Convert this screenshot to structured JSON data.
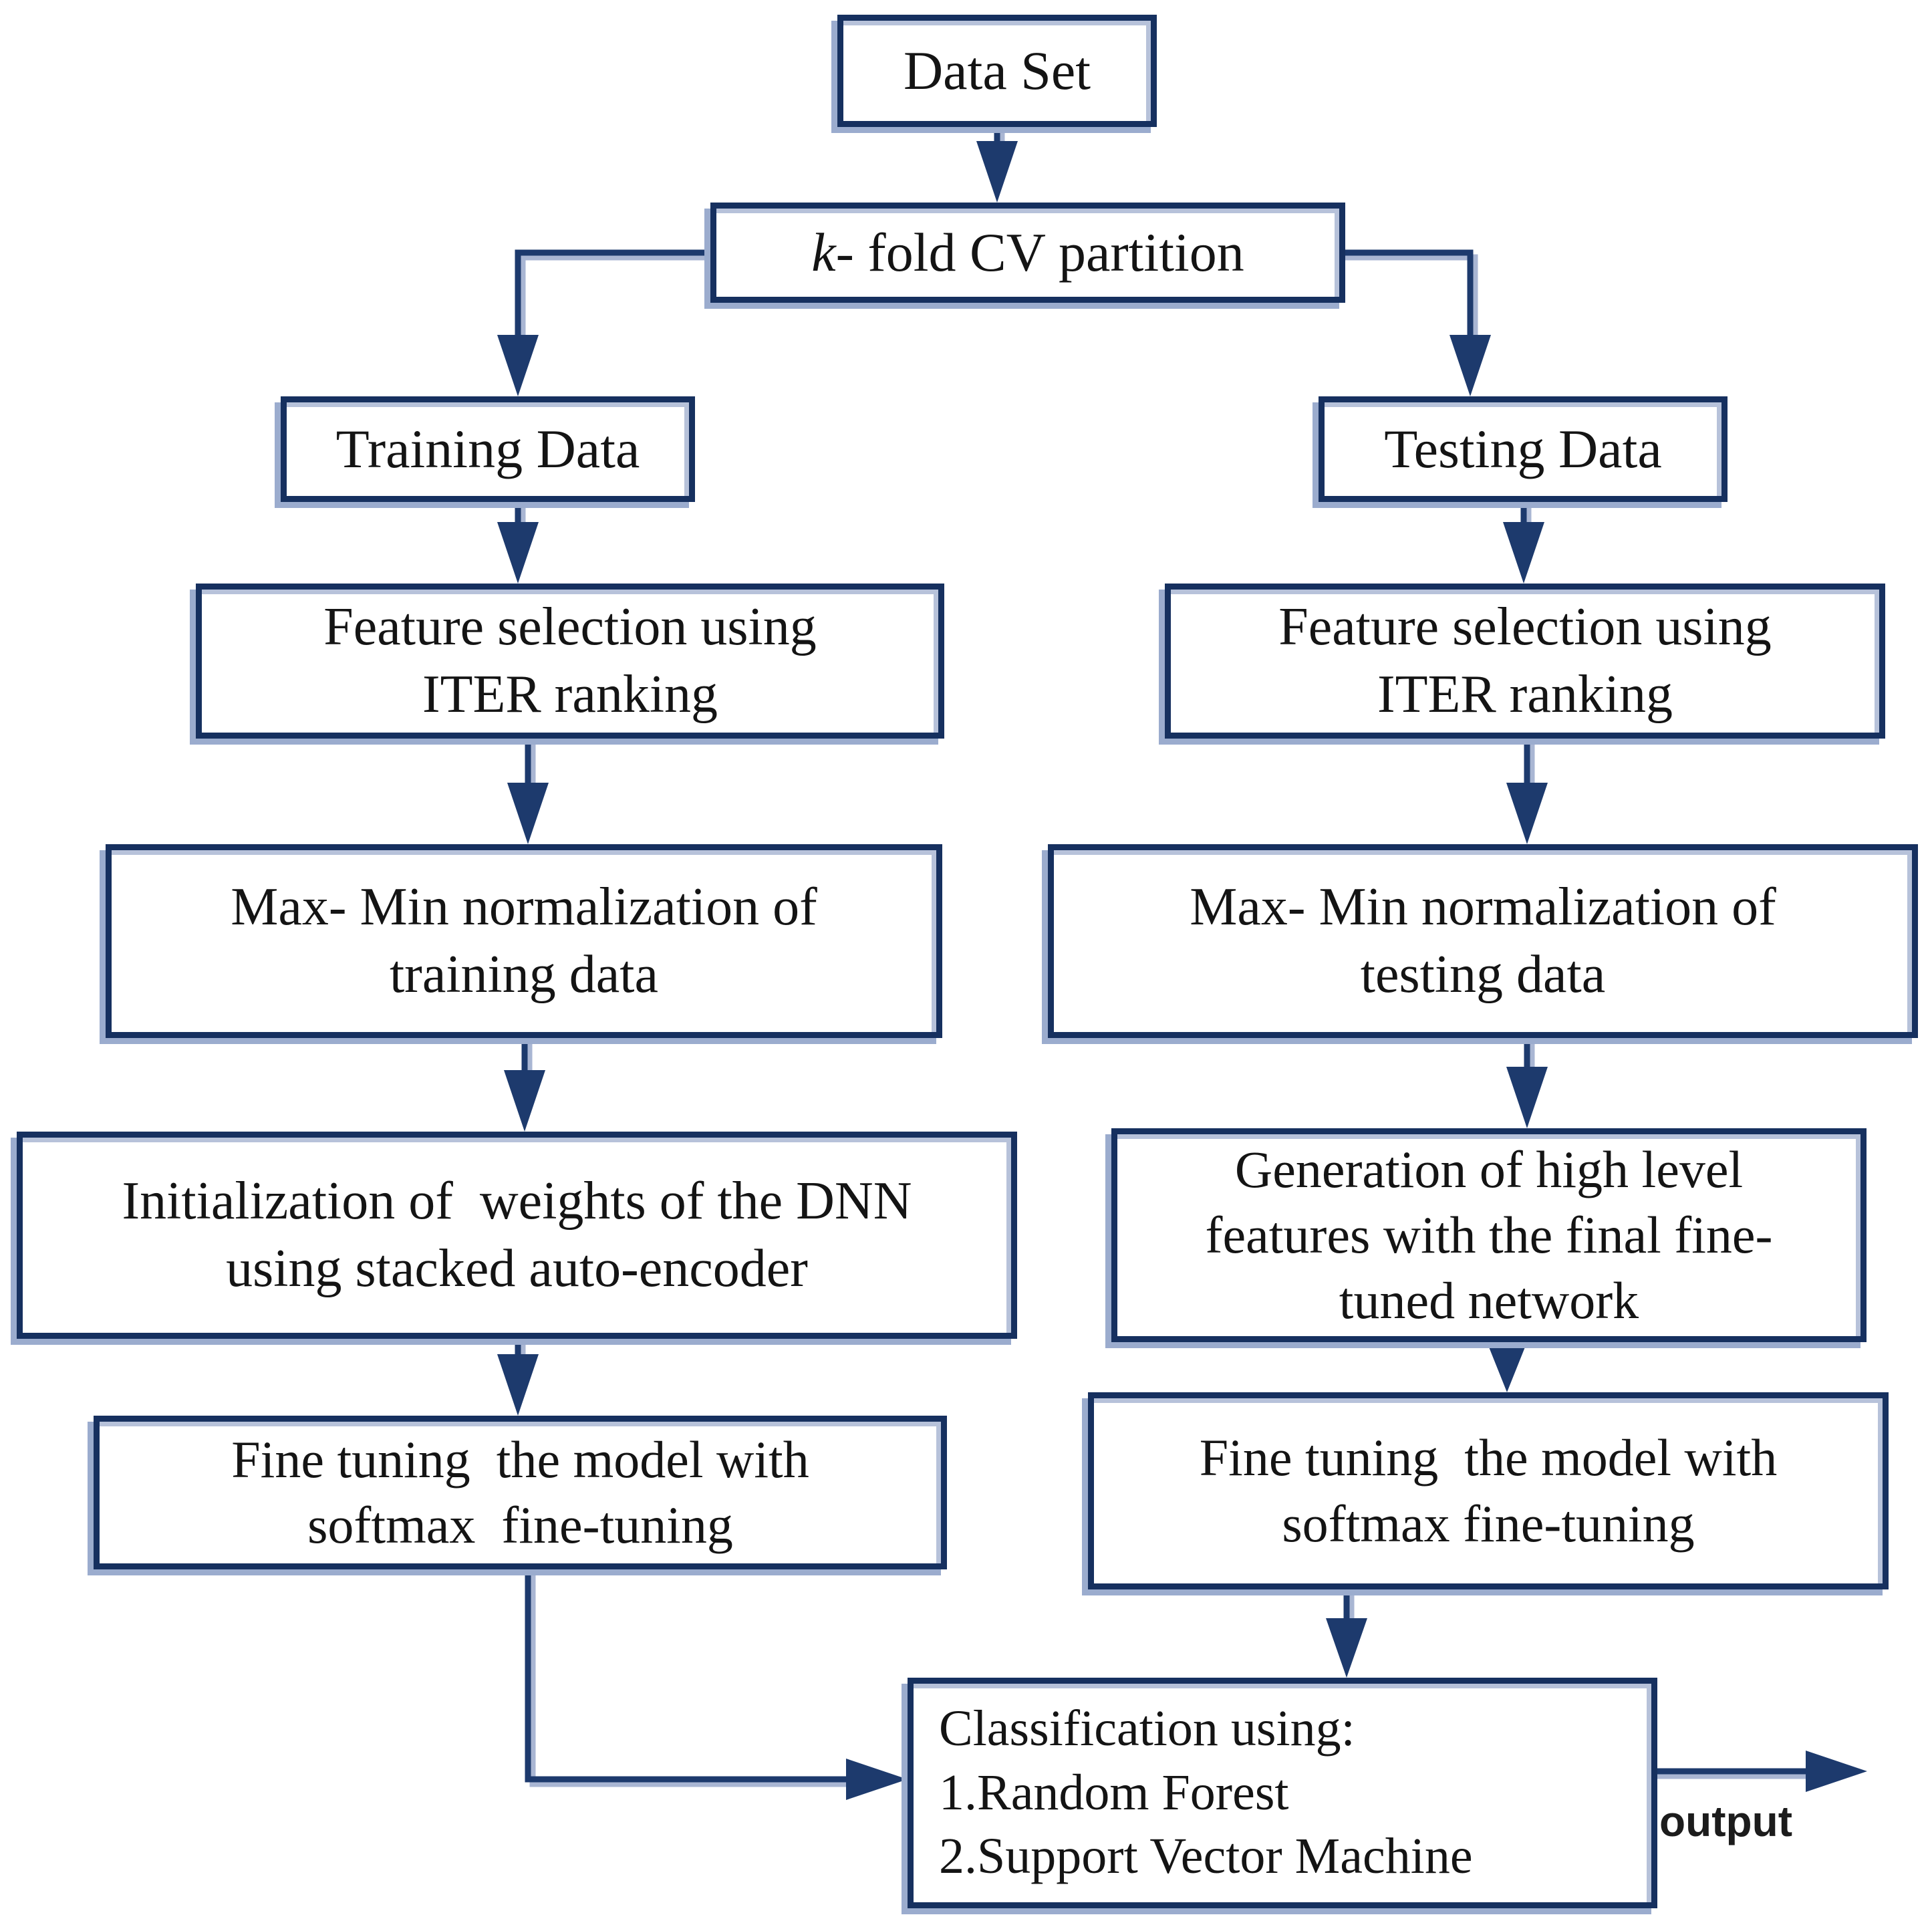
{
  "colors": {
    "border": "#16305f",
    "shadow": "#9bacce",
    "highlight": "#b7c2da",
    "arrow": "#1d3a6d",
    "arrowshadow": "#a9b6d3",
    "text": "#141414",
    "bg": "#ffffff"
  },
  "nodes": {
    "dataset": {
      "label": "Data Set"
    },
    "kfold": {
      "k": "k",
      "rest": "- fold CV partition"
    },
    "training": {
      "label": "Training Data"
    },
    "testing": {
      "label": "Testing Data"
    },
    "featsel_left": {
      "line1": "Feature selection using",
      "line2": "ITER ranking"
    },
    "featsel_right": {
      "line1": "Feature selection using",
      "line2": "ITER ranking"
    },
    "maxmin_left": {
      "line1": "Max- Min normalization of",
      "line2": "training data"
    },
    "maxmin_right": {
      "line1": "Max- Min normalization of",
      "line2": "testing data"
    },
    "init_dnn": {
      "line1": "Initialization of  weights of the DNN",
      "line2": "using stacked auto-encoder"
    },
    "gen_features": {
      "line1": "Generation of high level",
      "line2": "features with the final fine-",
      "line3": "tuned network"
    },
    "finetune_left": {
      "line1": "Fine tuning  the model with",
      "line2": "softmax  fine-tuning"
    },
    "finetune_right": {
      "line1": "Fine tuning  the model with",
      "line2": "softmax fine-tuning"
    },
    "classification": {
      "line1": "Classification using:",
      "line2": "1.Random Forest",
      "line3": "2.Support Vector Machine"
    },
    "output_label": "output"
  }
}
